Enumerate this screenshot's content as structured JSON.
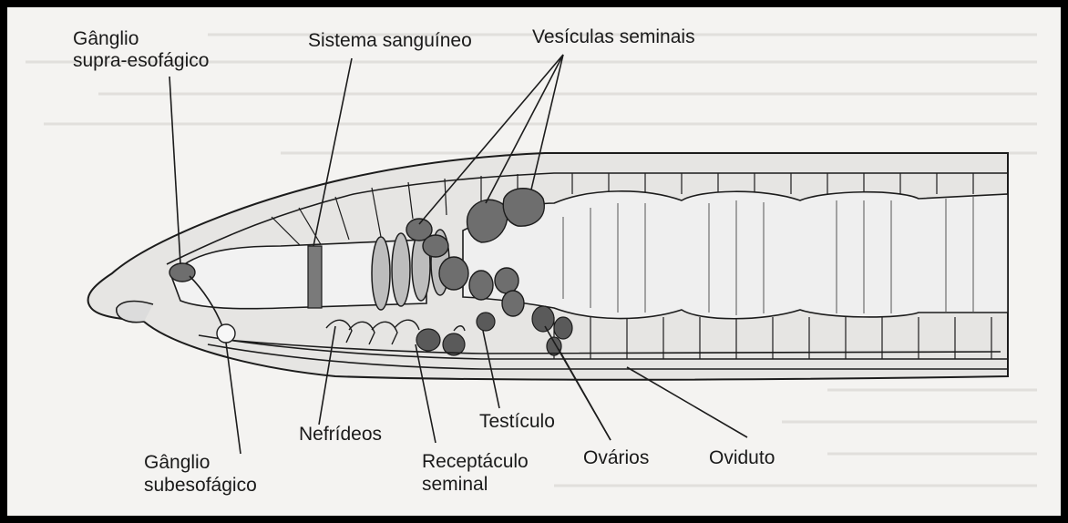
{
  "labels": {
    "ganglio_supra_1": "Gânglio",
    "ganglio_supra_2": "supra-esofágico",
    "sistema_sanguineo": "Sistema sanguíneo",
    "vesiculas_seminais": "Vesículas seminais",
    "nefrideos": "Nefrídeos",
    "ganglio_sub_1": "Gânglio",
    "ganglio_sub_2": "subesofágico",
    "receptaculo_1": "Receptáculo",
    "receptaculo_2": "seminal",
    "testiculo": "Testículo",
    "ovarios": "Ovários",
    "oviduto": "Oviduto"
  },
  "colors": {
    "background": "#f4f3f1",
    "outline": "#1c1c1c",
    "organ_dark": "#6e6e6e",
    "organ_mid": "#8c8c8c",
    "gut": "#efefef",
    "body_wall": "#e6e5e3"
  }
}
